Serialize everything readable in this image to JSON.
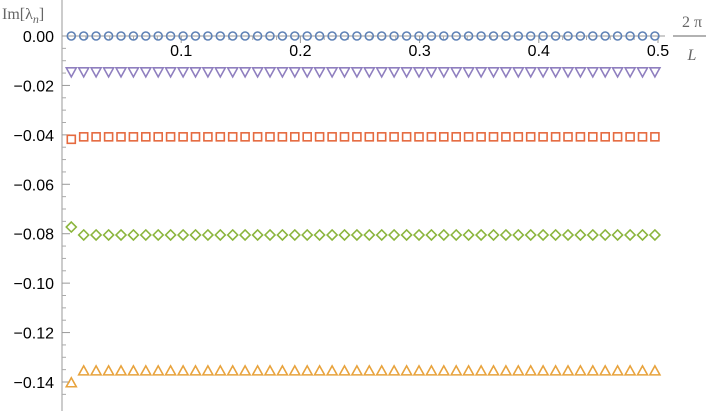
{
  "chart_data": {
    "type": "scatter",
    "title": "",
    "xlabel_num": "2 π",
    "xlabel_den": "L",
    "ylabel_prefix": "Im[λ",
    "ylabel_sub": "n",
    "ylabel_suffix": "]",
    "xlim": [
      0,
      0.5
    ],
    "ylim": [
      -0.145,
      0.0
    ],
    "x_ticks": [
      {
        "value": 0.1,
        "label": "0.1"
      },
      {
        "value": 0.2,
        "label": "0.2"
      },
      {
        "value": 0.3,
        "label": "0.3"
      },
      {
        "value": 0.4,
        "label": "0.4"
      },
      {
        "value": 0.5,
        "label": "0.5"
      }
    ],
    "y_ticks": [
      {
        "value": 0.0,
        "label": "0.00"
      },
      {
        "value": -0.02,
        "label": "−0.02"
      },
      {
        "value": -0.04,
        "label": "−0.04"
      },
      {
        "value": -0.06,
        "label": "−0.06"
      },
      {
        "value": -0.08,
        "label": "−0.08"
      },
      {
        "value": -0.1,
        "label": "−0.10"
      },
      {
        "value": -0.12,
        "label": "−0.12"
      },
      {
        "value": -0.14,
        "label": "−0.14"
      }
    ],
    "grid": false,
    "series": [
      {
        "marker": "circle",
        "color": "#5E81B5",
        "x": [
          0.0078,
          0.0182,
          0.0286,
          0.0391,
          0.0495,
          0.0599,
          0.0703,
          0.0807,
          0.0911,
          0.1016,
          0.112,
          0.1224,
          0.1328,
          0.1432,
          0.1536,
          0.1641,
          0.1745,
          0.1849,
          0.1953,
          0.2057,
          0.2161,
          0.2266,
          0.237,
          0.2474,
          0.2578,
          0.2682,
          0.2786,
          0.2891,
          0.2995,
          0.3099,
          0.3203,
          0.3307,
          0.3411,
          0.3516,
          0.362,
          0.3724,
          0.3828,
          0.3932,
          0.4036,
          0.4141,
          0.4245,
          0.4349,
          0.4453,
          0.4557,
          0.4661,
          0.4766,
          0.487,
          0.4974
        ],
        "y": [
          0.0,
          0.0,
          0.0,
          0.0,
          0.0,
          0.0,
          0.0,
          0.0,
          0.0,
          0.0,
          0.0,
          0.0,
          0.0,
          0.0,
          0.0,
          0.0,
          0.0,
          0.0,
          0.0,
          0.0,
          0.0,
          0.0,
          0.0,
          0.0,
          0.0,
          0.0,
          0.0,
          0.0,
          0.0,
          0.0,
          0.0,
          0.0,
          0.0,
          0.0,
          0.0,
          0.0,
          0.0,
          0.0,
          0.0,
          0.0,
          0.0,
          0.0,
          0.0,
          0.0,
          0.0,
          0.0,
          0.0,
          0.0
        ]
      },
      {
        "marker": "triangle-down",
        "color": "#8F7FBF",
        "x": [
          0.0078,
          0.0182,
          0.0286,
          0.0391,
          0.0495,
          0.0599,
          0.0703,
          0.0807,
          0.0911,
          0.1016,
          0.112,
          0.1224,
          0.1328,
          0.1432,
          0.1536,
          0.1641,
          0.1745,
          0.1849,
          0.1953,
          0.2057,
          0.2161,
          0.2266,
          0.237,
          0.2474,
          0.2578,
          0.2682,
          0.2786,
          0.2891,
          0.2995,
          0.3099,
          0.3203,
          0.3307,
          0.3411,
          0.3516,
          0.362,
          0.3724,
          0.3828,
          0.3932,
          0.4036,
          0.4141,
          0.4245,
          0.4349,
          0.4453,
          0.4557,
          0.4661,
          0.4766,
          0.487,
          0.4974
        ],
        "y": [
          -0.0145,
          -0.0145,
          -0.0145,
          -0.0145,
          -0.0145,
          -0.0145,
          -0.0145,
          -0.0145,
          -0.0145,
          -0.0145,
          -0.0145,
          -0.0145,
          -0.0145,
          -0.0145,
          -0.0145,
          -0.0145,
          -0.0145,
          -0.0145,
          -0.0145,
          -0.0145,
          -0.0145,
          -0.0145,
          -0.0145,
          -0.0145,
          -0.0145,
          -0.0145,
          -0.0145,
          -0.0145,
          -0.0145,
          -0.0145,
          -0.0145,
          -0.0145,
          -0.0145,
          -0.0145,
          -0.0145,
          -0.0145,
          -0.0145,
          -0.0145,
          -0.0145,
          -0.0145,
          -0.0145,
          -0.0145,
          -0.0145,
          -0.0145,
          -0.0145,
          -0.0145,
          -0.0145,
          -0.0145
        ]
      },
      {
        "marker": "square",
        "color": "#E56A3F",
        "x": [
          0.0078,
          0.0182,
          0.0286,
          0.0391,
          0.0495,
          0.0599,
          0.0703,
          0.0807,
          0.0911,
          0.1016,
          0.112,
          0.1224,
          0.1328,
          0.1432,
          0.1536,
          0.1641,
          0.1745,
          0.1849,
          0.1953,
          0.2057,
          0.2161,
          0.2266,
          0.237,
          0.2474,
          0.2578,
          0.2682,
          0.2786,
          0.2891,
          0.2995,
          0.3099,
          0.3203,
          0.3307,
          0.3411,
          0.3516,
          0.362,
          0.3724,
          0.3828,
          0.3932,
          0.4036,
          0.4141,
          0.4245,
          0.4349,
          0.4453,
          0.4557,
          0.4661,
          0.4766,
          0.487,
          0.4974
        ],
        "y": [
          -0.0418,
          -0.0408,
          -0.0408,
          -0.0408,
          -0.0408,
          -0.0408,
          -0.0408,
          -0.0408,
          -0.0408,
          -0.0408,
          -0.0408,
          -0.0408,
          -0.0408,
          -0.0408,
          -0.0408,
          -0.0408,
          -0.0408,
          -0.0408,
          -0.0408,
          -0.0408,
          -0.0408,
          -0.0408,
          -0.0408,
          -0.0408,
          -0.0408,
          -0.0408,
          -0.0408,
          -0.0408,
          -0.0408,
          -0.0408,
          -0.0408,
          -0.0408,
          -0.0408,
          -0.0408,
          -0.0408,
          -0.0408,
          -0.0408,
          -0.0408,
          -0.0408,
          -0.0408,
          -0.0408,
          -0.0408,
          -0.0408,
          -0.0408,
          -0.0408,
          -0.0408,
          -0.0408,
          -0.0408
        ]
      },
      {
        "marker": "diamond",
        "color": "#8BB53D",
        "x": [
          0.0078,
          0.0182,
          0.0286,
          0.0391,
          0.0495,
          0.0599,
          0.0703,
          0.0807,
          0.0911,
          0.1016,
          0.112,
          0.1224,
          0.1328,
          0.1432,
          0.1536,
          0.1641,
          0.1745,
          0.1849,
          0.1953,
          0.2057,
          0.2161,
          0.2266,
          0.237,
          0.2474,
          0.2578,
          0.2682,
          0.2786,
          0.2891,
          0.2995,
          0.3099,
          0.3203,
          0.3307,
          0.3411,
          0.3516,
          0.362,
          0.3724,
          0.3828,
          0.3932,
          0.4036,
          0.4141,
          0.4245,
          0.4349,
          0.4453,
          0.4557,
          0.4661,
          0.4766,
          0.487,
          0.4974
        ],
        "y": [
          -0.0773,
          -0.0805,
          -0.0805,
          -0.0805,
          -0.0805,
          -0.0805,
          -0.0805,
          -0.0805,
          -0.0805,
          -0.0805,
          -0.0805,
          -0.0805,
          -0.0805,
          -0.0805,
          -0.0805,
          -0.0805,
          -0.0805,
          -0.0805,
          -0.0805,
          -0.0805,
          -0.0805,
          -0.0805,
          -0.0805,
          -0.0805,
          -0.0805,
          -0.0805,
          -0.0805,
          -0.0805,
          -0.0805,
          -0.0805,
          -0.0805,
          -0.0805,
          -0.0805,
          -0.0805,
          -0.0805,
          -0.0805,
          -0.0805,
          -0.0805,
          -0.0805,
          -0.0805,
          -0.0805,
          -0.0805,
          -0.0805,
          -0.0805,
          -0.0805,
          -0.0805,
          -0.0805,
          -0.0805
        ]
      },
      {
        "marker": "triangle-up",
        "color": "#E8A33D",
        "x": [
          0.0078,
          0.0182,
          0.0286,
          0.0391,
          0.0495,
          0.0599,
          0.0703,
          0.0807,
          0.0911,
          0.1016,
          0.112,
          0.1224,
          0.1328,
          0.1432,
          0.1536,
          0.1641,
          0.1745,
          0.1849,
          0.1953,
          0.2057,
          0.2161,
          0.2266,
          0.237,
          0.2474,
          0.2578,
          0.2682,
          0.2786,
          0.2891,
          0.2995,
          0.3099,
          0.3203,
          0.3307,
          0.3411,
          0.3516,
          0.362,
          0.3724,
          0.3828,
          0.3932,
          0.4036,
          0.4141,
          0.4245,
          0.4349,
          0.4453,
          0.4557,
          0.4661,
          0.4766,
          0.487,
          0.4974
        ],
        "y": [
          -0.1403,
          -0.1355,
          -0.1355,
          -0.1355,
          -0.1355,
          -0.1355,
          -0.1355,
          -0.1355,
          -0.1355,
          -0.1355,
          -0.1355,
          -0.1355,
          -0.1355,
          -0.1355,
          -0.1355,
          -0.1355,
          -0.1355,
          -0.1355,
          -0.1355,
          -0.1355,
          -0.1355,
          -0.1355,
          -0.1355,
          -0.1355,
          -0.1355,
          -0.1355,
          -0.1355,
          -0.1355,
          -0.1355,
          -0.1355,
          -0.1355,
          -0.1355,
          -0.1355,
          -0.1355,
          -0.1355,
          -0.1355,
          -0.1355,
          -0.1355,
          -0.1355,
          -0.1355,
          -0.1355,
          -0.1355,
          -0.1355,
          -0.1355,
          -0.1355,
          -0.1355,
          -0.1355,
          -0.1355
        ]
      }
    ]
  }
}
